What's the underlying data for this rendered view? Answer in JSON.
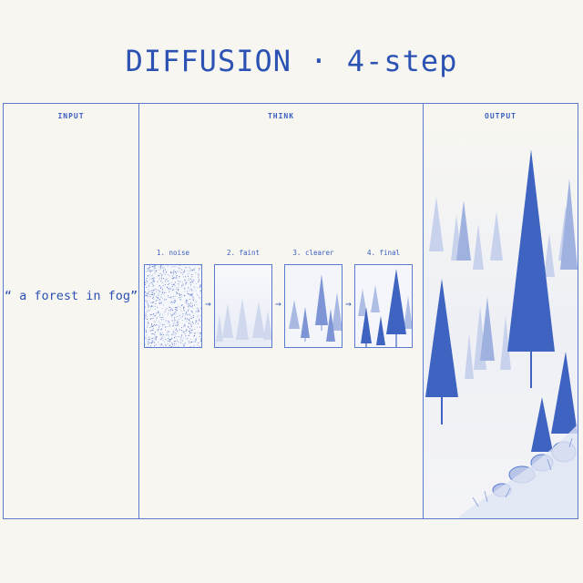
{
  "title": "DIFFUSION · 4-step",
  "columns": {
    "input": "INPUT",
    "think": "THINK",
    "output": "OUTPUT"
  },
  "prompt": "“ a forest in fog”",
  "steps": [
    {
      "label": "1. noise"
    },
    {
      "label": "2. faint"
    },
    {
      "label": "3. clearer"
    },
    {
      "label": "4. final"
    }
  ],
  "arrow_glyph": "→",
  "colors": {
    "ink": "#2c52b4",
    "paper": "#f7f6f1",
    "border": "#5a7bcf"
  }
}
